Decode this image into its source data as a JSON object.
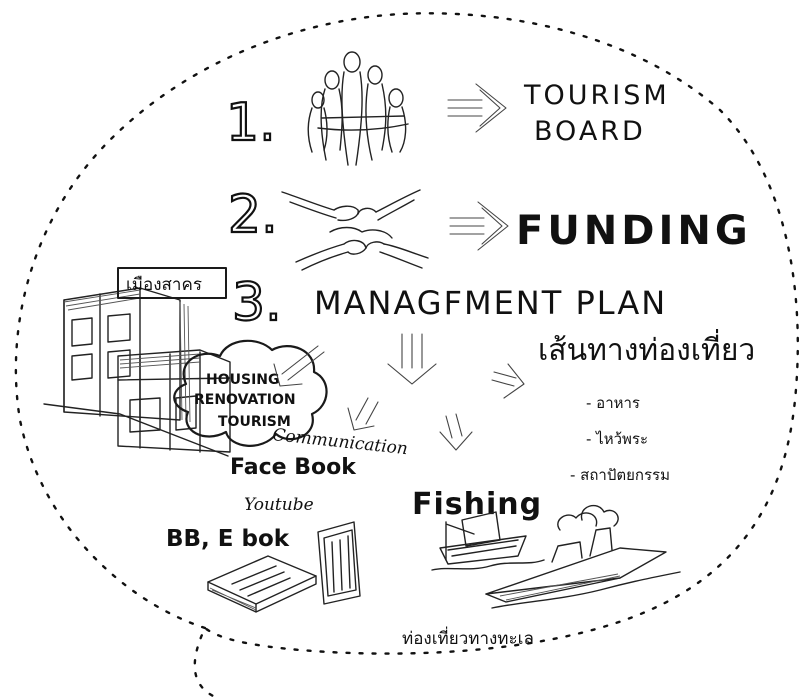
{
  "colors": {
    "ink": "#111111",
    "paper": "#ffffff"
  },
  "steps": [
    {
      "number": "1.",
      "arrow": "double-outline-arrow-right",
      "label_line1": "TOURISM",
      "label_line2": "BOARD"
    },
    {
      "number": "2.",
      "arrow": "double-outline-arrow-right",
      "label": "FUNDING"
    },
    {
      "number": "3.",
      "label": "MANAGFMENT PLAN"
    }
  ],
  "building_sign": "เมืองสาคร",
  "cloud": {
    "line1": "HOUSING",
    "line2": "RENOVATION",
    "line3": "TOURISM"
  },
  "communication": {
    "label": "Communication",
    "facebook": "Face Book",
    "youtube": "Youtube",
    "bb_ebook": "BB, E bok"
  },
  "route": {
    "title": "เส้นทางท่องเที่ยว",
    "items": [
      "- อาหาร",
      "- ไหว้พระ",
      "- สถาปัตยกรรม"
    ]
  },
  "fishing": {
    "title": "Fishing",
    "caption": "ท่องเที่ยวทางทะเล"
  },
  "icons": [
    "people-group-icon",
    "handshake-icon",
    "building-icon",
    "cloud-icon",
    "book-icon",
    "fishing-boat-icon",
    "ship-icon"
  ]
}
